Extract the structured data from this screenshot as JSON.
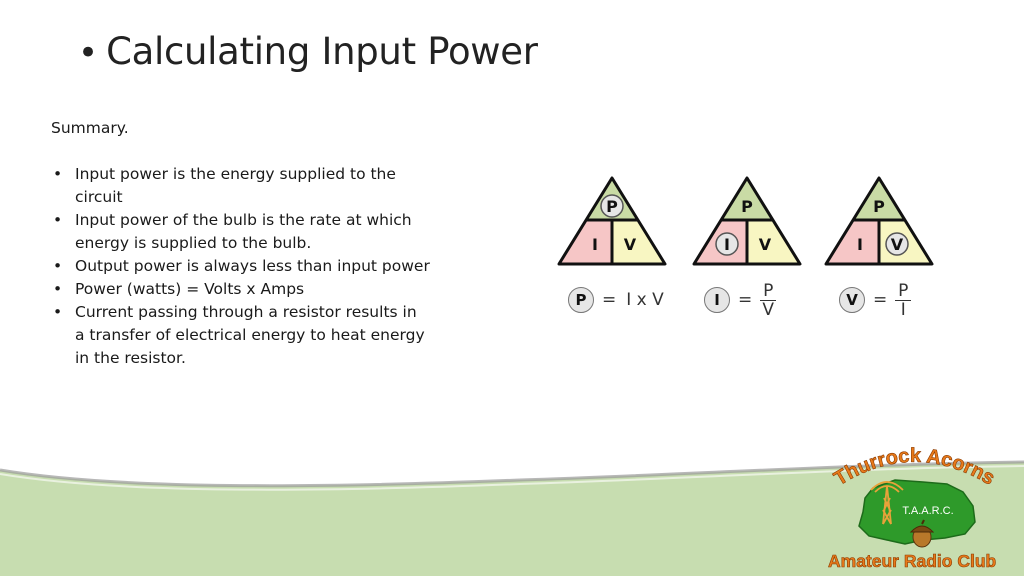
{
  "slide": {
    "title_bullet": "•",
    "title": "Calculating Input Power"
  },
  "content": {
    "summary_label": "Summary.",
    "bullet_marker": "•",
    "bullets": [
      "Input power is the energy supplied to the circuit",
      "Input power of the bulb is the rate at which energy is supplied to the bulb.",
      "Output power is always less than input power",
      "Power (watts) = Volts x Amps",
      "Current passing through a resistor results in a transfer of electrical energy to heat energy in the resistor."
    ]
  },
  "triangles": {
    "top_letter": "P",
    "left_letter": "I",
    "right_letter": "V",
    "colors": {
      "top": "#c9dba5",
      "left": "#f6c6c6",
      "right": "#f8f6c2",
      "outline": "#111111"
    }
  },
  "formulas": [
    {
      "subject": "P",
      "eq": "=",
      "expr": "I x V"
    },
    {
      "subject": "I",
      "eq": "=",
      "num": "P",
      "den": "V"
    },
    {
      "subject": "V",
      "eq": "=",
      "num": "P",
      "den": "I"
    }
  ],
  "logo": {
    "arc_text": "Thurrock Acorns",
    "badge": "T.A.A.R.C.",
    "club_name": "Amateur Radio Club",
    "colors": {
      "orange": "#e87a1a",
      "green": "#2e9a2a",
      "band": "#c7ddb0"
    }
  }
}
